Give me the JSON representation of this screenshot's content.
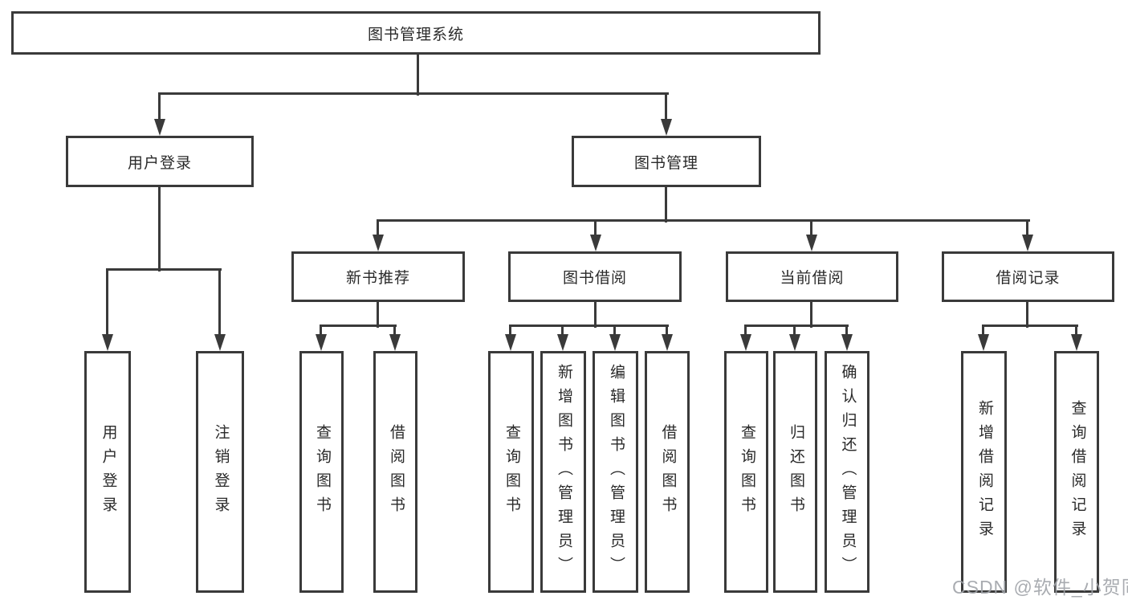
{
  "diagram_title": "图书管理系统",
  "watermark": "CSDN @软件_小贺同学",
  "colors": {
    "line": "#3a3a3a",
    "text": "#2a2a2a",
    "background": "#ffffff",
    "watermark": "#a0a3a8"
  },
  "tree": {
    "label": "图书管理系统",
    "children": [
      {
        "label": "用户登录",
        "children": [
          {
            "label": "用户登录"
          },
          {
            "label": "注销登录"
          }
        ]
      },
      {
        "label": "图书管理",
        "children": [
          {
            "label": "新书推荐",
            "children": [
              {
                "label": "查询图书"
              },
              {
                "label": "借阅图书"
              }
            ]
          },
          {
            "label": "图书借阅",
            "children": [
              {
                "label": "查询图书"
              },
              {
                "label": "新增图书（管理员）"
              },
              {
                "label": "编辑图书（管理员）"
              },
              {
                "label": "借阅图书"
              }
            ]
          },
          {
            "label": "当前借阅",
            "children": [
              {
                "label": "查询图书"
              },
              {
                "label": "归还图书"
              },
              {
                "label": "确认归还（管理员）"
              }
            ]
          },
          {
            "label": "借阅记录",
            "children": [
              {
                "label": "新增借阅记录"
              },
              {
                "label": "查询借阅记录"
              }
            ]
          }
        ]
      }
    ]
  }
}
